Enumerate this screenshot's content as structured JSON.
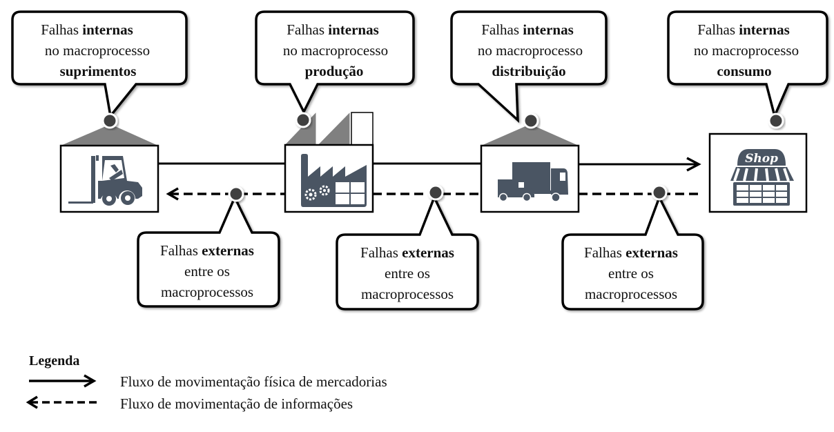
{
  "title": "Falhas internas e externas nos macroprocessos da cadeia",
  "colors": {
    "icon": "#4a5563",
    "roof": "#808080",
    "dot": "#3f3f3f",
    "line": "#000000"
  },
  "internal_bubbles": [
    {
      "prefix": "Falhas ",
      "bold": "internas",
      "line2": "no macroprocesso",
      "process": "suprimentos"
    },
    {
      "prefix": "Falhas ",
      "bold": "internas",
      "line2": "no macroprocesso",
      "process": "produção"
    },
    {
      "prefix": "Falhas ",
      "bold": "internas",
      "line2": "no macroprocesso",
      "process": "distribuição"
    },
    {
      "prefix": "Falhas ",
      "bold": "internas",
      "line2": "no macroprocesso",
      "process": "consumo"
    }
  ],
  "external_bubbles": [
    {
      "prefix": "Falhas ",
      "bold": "externas",
      "line2": "entre os",
      "line3": "macroprocessos"
    },
    {
      "prefix": "Falhas ",
      "bold": "externas",
      "line2": "entre os",
      "line3": "macroprocessos"
    },
    {
      "prefix": "Falhas ",
      "bold": "externas",
      "line2": "entre os",
      "line3": "macroprocessos"
    }
  ],
  "nodes": [
    {
      "name": "suprimentos",
      "icon": "forklift-icon"
    },
    {
      "name": "produção",
      "icon": "factory-icon"
    },
    {
      "name": "distribuição",
      "icon": "truck-icon"
    },
    {
      "name": "consumo",
      "icon": "shop-icon",
      "sign": "Shop"
    }
  ],
  "legend": {
    "title": "Legenda",
    "items": [
      {
        "style": "solid-arrow-right",
        "label": "Fluxo de movimentação física de mercadorias"
      },
      {
        "style": "dashed-arrow-left",
        "label": "Fluxo de movimentação de informações"
      }
    ]
  }
}
